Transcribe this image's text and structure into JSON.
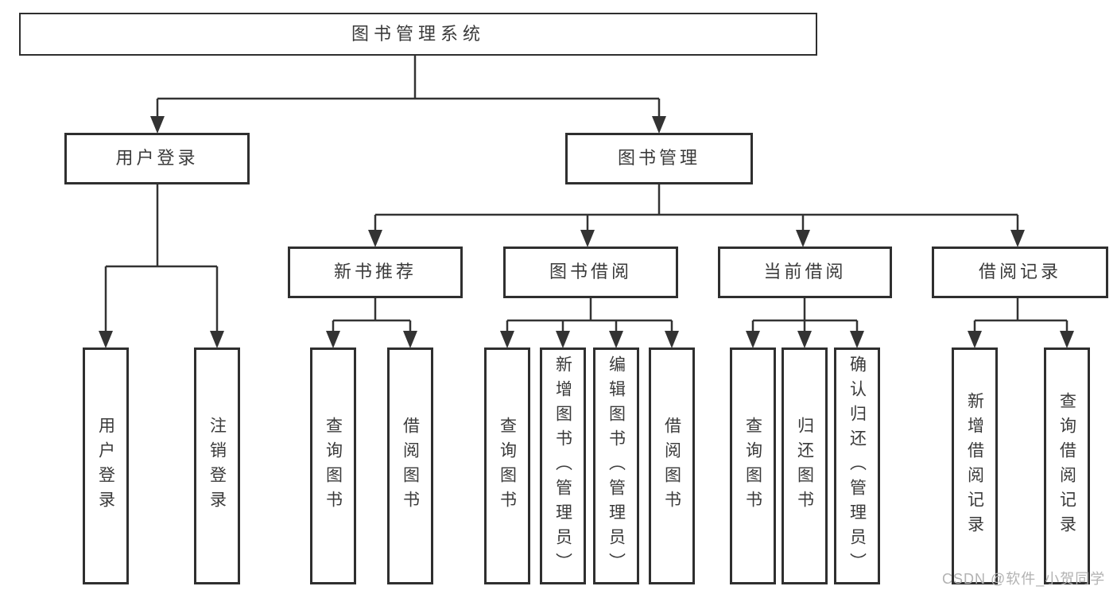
{
  "tree": {
    "root": {
      "label": "图书管理系统",
      "children": [
        {
          "label": "用户登录",
          "children": [
            {
              "label": "用户登录"
            },
            {
              "label": "注销登录"
            }
          ]
        },
        {
          "label": "图书管理",
          "children": [
            {
              "label": "新书推荐",
              "children": [
                {
                  "label": "查询图书"
                },
                {
                  "label": "借阅图书"
                }
              ]
            },
            {
              "label": "图书借阅",
              "children": [
                {
                  "label": "查询图书"
                },
                {
                  "label": "新增图书（管理员）"
                },
                {
                  "label": "编辑图书（管理员）"
                },
                {
                  "label": "借阅图书"
                }
              ]
            },
            {
              "label": "当前借阅",
              "children": [
                {
                  "label": "查询图书"
                },
                {
                  "label": "归还图书"
                },
                {
                  "label": "确认归还（管理员）"
                }
              ]
            },
            {
              "label": "借阅记录",
              "children": [
                {
                  "label": "新增借阅记录"
                },
                {
                  "label": "查询借阅记录"
                }
              ]
            }
          ]
        }
      ]
    }
  },
  "watermark": {
    "text": "CSDN @软件_小贺同学"
  },
  "colors": {
    "stroke": "#333333",
    "box-border": "#2f2f2f",
    "box-bg": "#ffffff",
    "text": "#3a3a3a",
    "watermark": "#b2b2b2"
  }
}
